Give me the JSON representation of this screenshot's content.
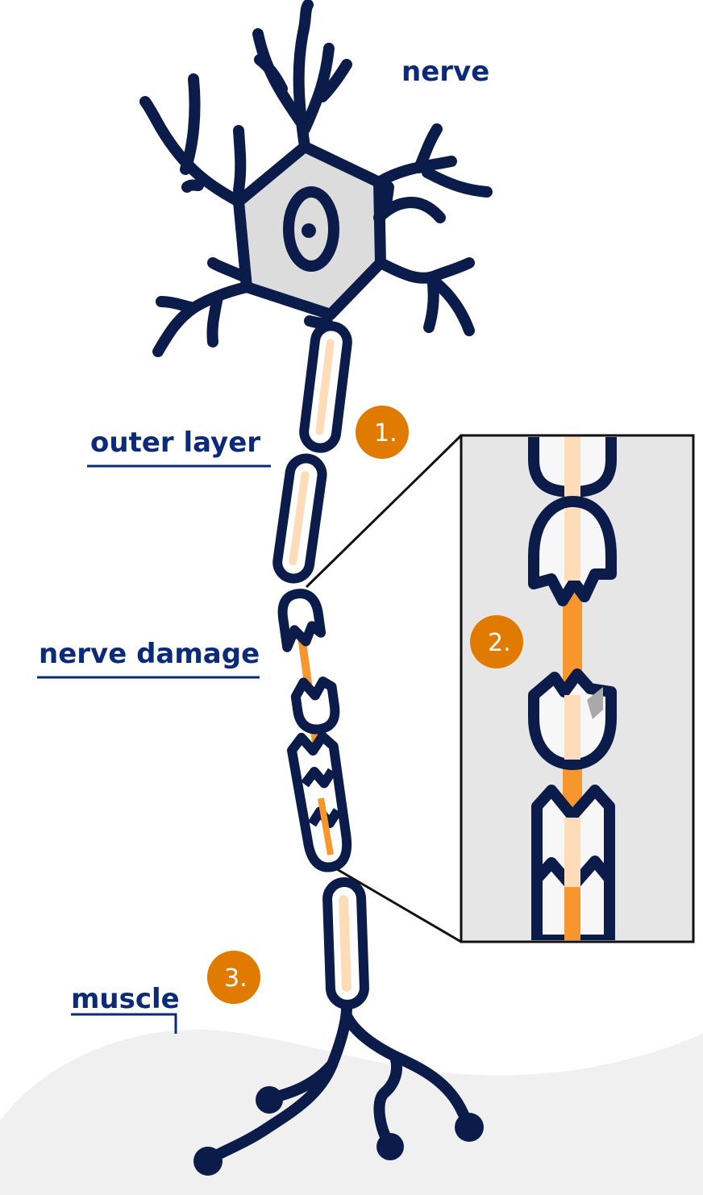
{
  "labels": {
    "nerve": "nerve",
    "outer_layer": "outer layer",
    "nerve_damage": "nerve damage",
    "muscle": "muscle"
  },
  "markers": {
    "one": "1.",
    "two": "2.",
    "three": "3."
  },
  "colors": {
    "outline": "#0b1c4a",
    "label": "#0b2a7a",
    "cell_body": "#dcdcdc",
    "myelin_core": "#ffdcb8",
    "damaged_axon": "#f7962d",
    "marker": "#e07a00",
    "muscle": "#f0f0f0",
    "inset_bg": "#e6e6e6"
  }
}
